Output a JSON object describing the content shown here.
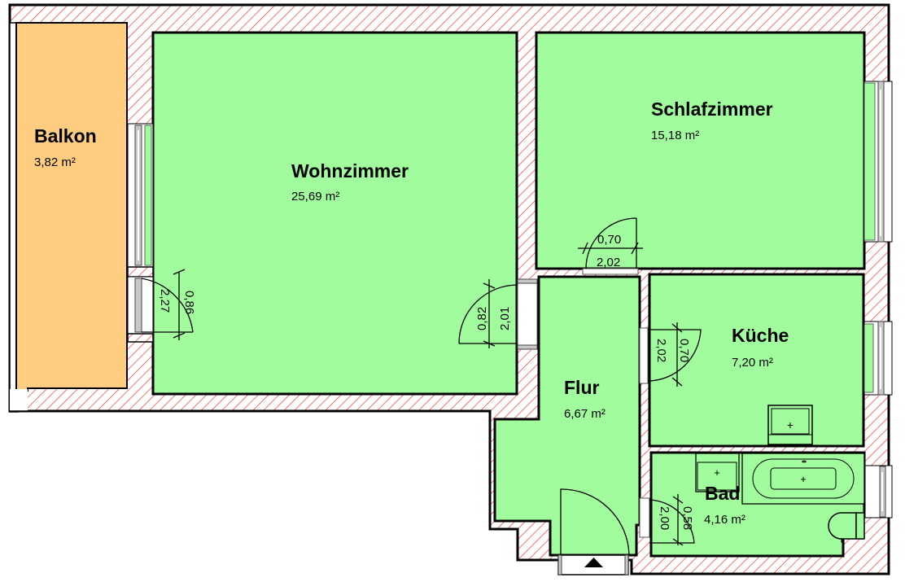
{
  "plan": {
    "type": "floor-plan",
    "colors": {
      "room_fill": "#a0fc9c",
      "balcony_fill": "#fecd80",
      "wall_hatch": "#ff2020",
      "outline": "#000000"
    },
    "unit_symbol": "m²"
  },
  "rooms": {
    "balkon": {
      "name": "Balkon",
      "area": "3,82 m²"
    },
    "wohnzimmer": {
      "name": "Wohnzimmer",
      "area": "25,69 m²"
    },
    "schlafzimmer": {
      "name": "Schlafzimmer",
      "area": "15,18 m²"
    },
    "kueche": {
      "name": "Küche",
      "area": "7,20 m²"
    },
    "flur": {
      "name": "Flur",
      "area": "6,67 m²"
    },
    "bad": {
      "name": "Bad",
      "area": "4,16 m²"
    }
  },
  "doors": {
    "balkon_door": {
      "width": "0,86",
      "height": "2,27"
    },
    "wohnzimmer_door": {
      "width": "0,82",
      "height": "2,01"
    },
    "schlafzimmer_door": {
      "width": "0,70",
      "height": "2,02"
    },
    "kueche_door": {
      "width": "0,70",
      "height": "2,02"
    },
    "bad_door": {
      "width": "0,58",
      "height": "2,00"
    }
  },
  "symbols": {
    "entrance": "entrance-arrow",
    "kitchen_sink": "sink",
    "bath_sink": "washbasin",
    "bathtub": "bathtub",
    "toilet": "toilet"
  }
}
